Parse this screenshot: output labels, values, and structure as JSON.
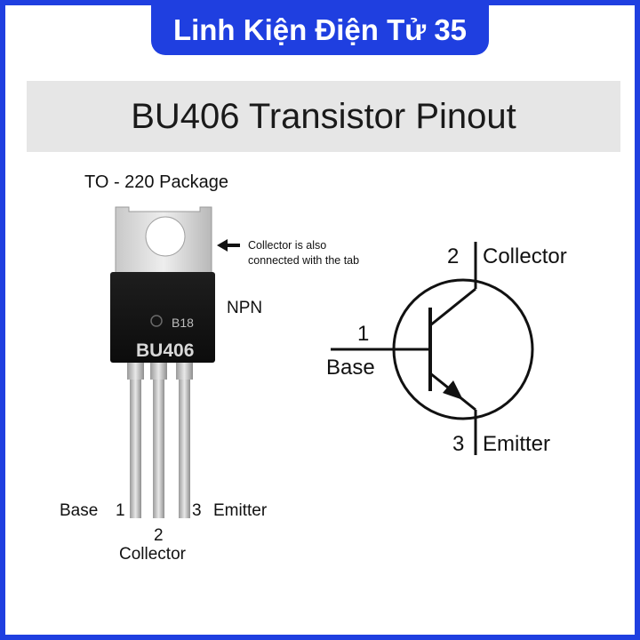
{
  "brand": {
    "name": "Linh Kiện Điện Tử 35"
  },
  "title": "BU406 Transistor Pinout",
  "package": {
    "label": "TO - 220 Package",
    "marking_small": "B18",
    "marking_main": "BU406",
    "tab_note_line1": "Collector is also",
    "tab_note_line2": "connected with the tab",
    "type": "NPN",
    "pins": [
      {
        "number": "1",
        "name": "Base"
      },
      {
        "number": "2",
        "name": "Collector"
      },
      {
        "number": "3",
        "name": "Emitter"
      }
    ]
  },
  "symbol": {
    "collector": {
      "number": "2",
      "name": "Collector"
    },
    "base": {
      "number": "1",
      "name": "Base"
    },
    "emitter": {
      "number": "3",
      "name": "Emitter"
    }
  },
  "colors": {
    "brand": "#1f3fe0",
    "banner": "#e6e6e6"
  }
}
